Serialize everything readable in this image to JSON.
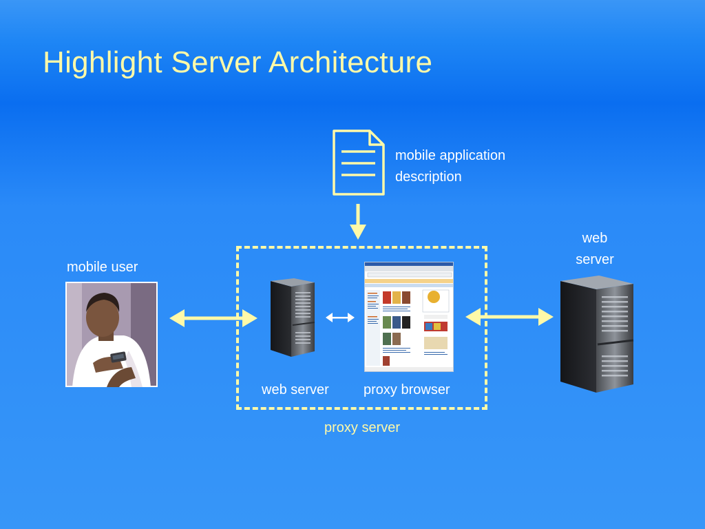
{
  "slide": {
    "title": "Highlight Server Architecture"
  },
  "diagram": {
    "document_label_line1": "mobile application",
    "document_label_line2": "description",
    "mobile_user_label": "mobile user",
    "proxy_web_server_label": "web server",
    "proxy_browser_label": "proxy browser",
    "proxy_server_label": "proxy server",
    "remote_web_server_line1": "web",
    "remote_web_server_line2": "server"
  },
  "colors": {
    "accent_yellow": "#fff9a8",
    "label_white": "#ffffff"
  },
  "icons": [
    "document-icon",
    "mobile-user-photo",
    "server-tower-icon",
    "browser-screenshot"
  ]
}
